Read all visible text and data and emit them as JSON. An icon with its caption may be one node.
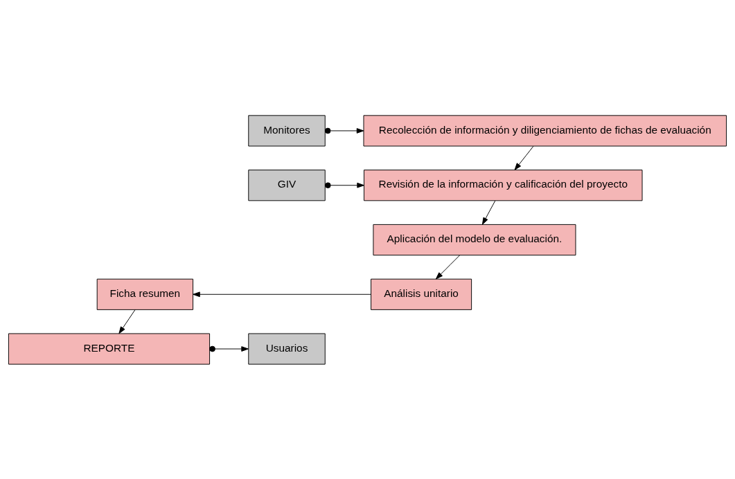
{
  "diagram": {
    "nodes": [
      {
        "text": [
          "Monitores"
        ]
      },
      {
        "text": [
          "GIV"
        ]
      },
      {
        "text": [
          "Usuarios"
        ]
      },
      {
        "text": [
          "Recolección de información y diligenciamiento de fichas de evaluación"
        ]
      },
      {
        "text": [
          "Revisión de la información y calificación del proyecto"
        ]
      },
      {
        "text": [
          "Aplicación del modelo de evaluación."
        ]
      },
      {
        "text": [
          "Análisis unitario"
        ]
      },
      {
        "text": [
          "Ficha resumen"
        ]
      },
      {
        "text": [
          "REPORTE"
        ]
      }
    ],
    "edges": [
      {
        "from": 0,
        "to": 3,
        "arrow": "to"
      },
      {
        "from": 1,
        "to": 4,
        "arrow": "to"
      },
      {
        "from": 8,
        "to": 2,
        "arrow": "to"
      },
      {
        "from": 3,
        "to": 4,
        "arrow": "to"
      },
      {
        "from": 4,
        "to": 5,
        "arrow": "to"
      },
      {
        "from": 5,
        "to": 6,
        "arrow": "to"
      },
      {
        "from": 6,
        "to": 7,
        "arrow": "to"
      },
      {
        "from": 7,
        "to": 8,
        "arrow": "to"
      }
    ]
  }
}
